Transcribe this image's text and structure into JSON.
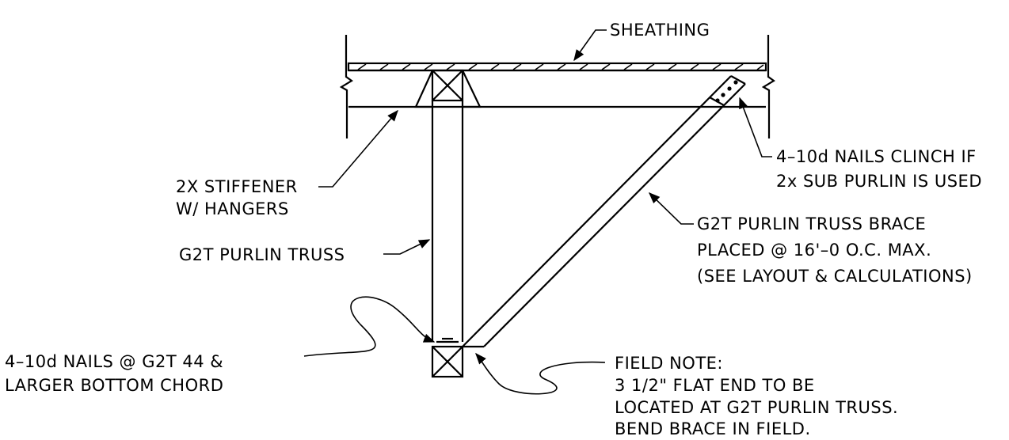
{
  "labels": {
    "sheathing": "SHEATHING",
    "nails_clinch_1": "4–10d NAILS CLINCH IF",
    "nails_clinch_2": "2x SUB PURLIN IS USED",
    "stiffener_1": "2X STIFFENER",
    "stiffener_2": "W/ HANGERS",
    "brace_1": "G2T PURLIN TRUSS BRACE",
    "brace_2": "PLACED @ 16'–0 O.C. MAX.",
    "brace_3": "(SEE LAYOUT & CALCULATIONS)",
    "purlin_truss": "G2T PURLIN TRUSS",
    "nails_bottom_1": "4–10d NAILS @ G2T 44 &",
    "nails_bottom_2": "LARGER BOTTOM CHORD",
    "field_note_1": "FIELD NOTE:",
    "field_note_2": "3 1/2\" FLAT END TO BE",
    "field_note_3": "LOCATED AT G2T PURLIN TRUSS.",
    "field_note_4": "BEND BRACE IN FIELD."
  }
}
